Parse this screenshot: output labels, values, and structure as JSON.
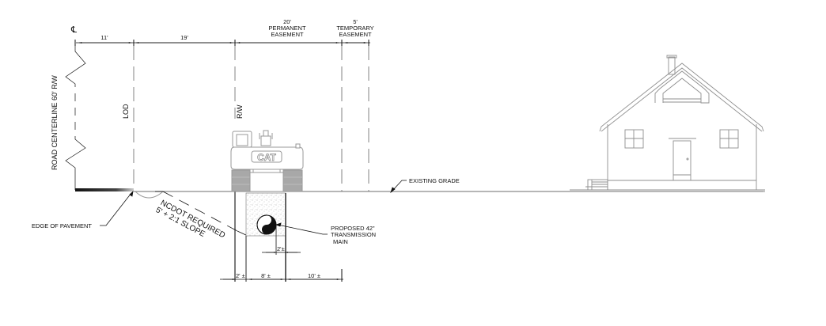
{
  "diagram": {
    "type": "cross-section",
    "centerline_symbol": "℄",
    "top_dimensions": [
      {
        "label": "11'"
      },
      {
        "label": "19'"
      },
      {
        "label": "20'",
        "sublabel1": "PERMANENT",
        "sublabel2": "EASEMENT"
      },
      {
        "label": "5'",
        "sublabel1": "TEMPORARY",
        "sublabel2": "EASEMENT"
      }
    ],
    "vertical_labels": {
      "road": "ROAD CENTERLINE 60' R/W",
      "lod": "LOD",
      "rw": "R/W"
    },
    "callouts": {
      "edge_of_pavement": "EDGE OF PAVEMENT",
      "existing_grade": "EXISTING GRADE",
      "pipe_line1": "PROPOSED 42\"",
      "pipe_line2": "TRANSMISSION",
      "pipe_line3": "MAIN"
    },
    "slope_note": {
      "line1": "NCDOT REQUIRED",
      "line2": "5' + 2:1 SLOPE"
    },
    "excavator": {
      "brand": "CAT"
    },
    "bottom_dimensions": [
      {
        "label": "2' ±"
      },
      {
        "label": "8' ±"
      },
      {
        "label": "10' ±"
      }
    ],
    "pipe_offset_dimension": "2'±",
    "colors": {
      "line": "#111111",
      "dashed": "#a0a0a0",
      "grade": "#8a8a8a",
      "track": "#a8a8a8",
      "house": "#8f8f8f"
    }
  }
}
